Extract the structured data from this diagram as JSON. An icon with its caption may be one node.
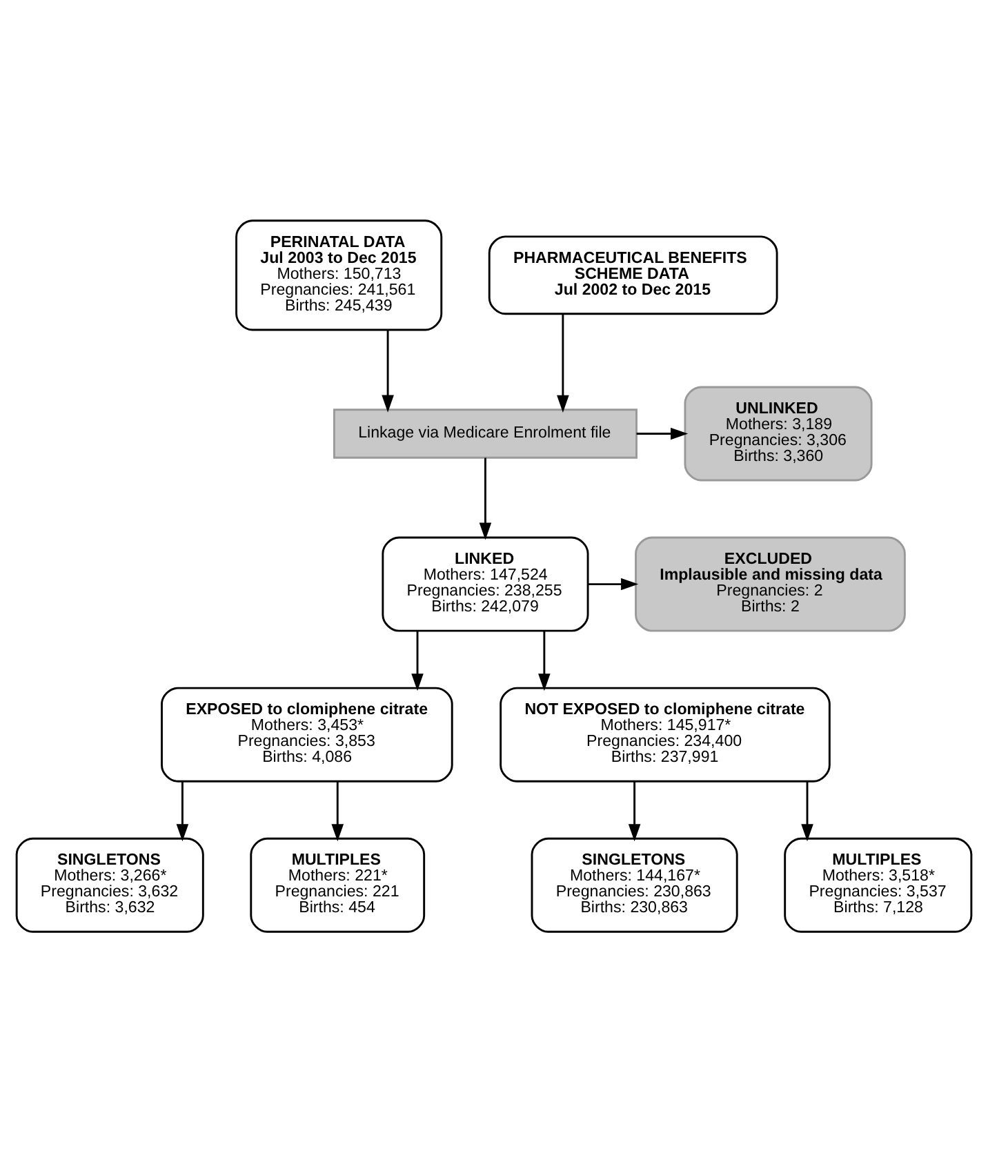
{
  "diagram": {
    "nodes": [
      {
        "text": [
          "PERINATAL DATA",
          "Jul 2003 to Dec 2015",
          "Mothers: 150,713",
          "Pregnancies: 241,561",
          "Births: 245,439"
        ]
      },
      {
        "text": [
          "PHARMACEUTICAL BENEFITS",
          "SCHEME DATA",
          "Jul 2002 to Dec 2015"
        ]
      },
      {
        "text": [
          "Linkage via Medicare Enrolment file"
        ]
      },
      {
        "text": [
          "UNLINKED",
          "Mothers: 3,189",
          "Pregnancies: 3,306",
          "Births: 3,360"
        ]
      },
      {
        "text": [
          "LINKED",
          "Mothers: 147,524",
          "Pregnancies: 238,255",
          "Births: 242,079"
        ]
      },
      {
        "text": [
          "EXCLUDED",
          "Implausible and missing data",
          "Pregnancies: 2",
          "Births: 2"
        ]
      },
      {
        "text": [
          "EXPOSED to clomiphene citrate",
          "Mothers: 3,453*",
          "Pregnancies: 3,853",
          "Births: 4,086"
        ]
      },
      {
        "text": [
          "NOT EXPOSED to clomiphene citrate",
          "Mothers: 145,917*",
          "Pregnancies: 234,400",
          "Births: 237,991"
        ]
      },
      {
        "text": [
          "SINGLETONS",
          "Mothers: 3,266*",
          "Pregnancies: 3,632",
          "Births: 3,632"
        ]
      },
      {
        "text": [
          "MULTIPLES",
          "Mothers: 221*",
          "Pregnancies: 221",
          "Births: 454"
        ]
      },
      {
        "text": [
          "SINGLETONS",
          "Mothers: 144,167*",
          "Pregnancies: 230,863",
          "Births: 230,863"
        ]
      },
      {
        "text": [
          "MULTIPLES",
          "Mothers: 3,518*",
          "Pregnancies: 3,537",
          "Births: 7,128"
        ]
      }
    ],
    "edges": [
      {
        "from": 0,
        "to": 2,
        "arrow": "to"
      },
      {
        "from": 1,
        "to": 2,
        "arrow": "to"
      },
      {
        "from": 2,
        "to": 3,
        "arrow": "to"
      },
      {
        "from": 2,
        "to": 4,
        "arrow": "to"
      },
      {
        "from": 4,
        "to": 5,
        "arrow": "to"
      },
      {
        "from": 4,
        "to": 6,
        "arrow": "to"
      },
      {
        "from": 4,
        "to": 7,
        "arrow": "to"
      },
      {
        "from": 6,
        "to": 8,
        "arrow": "to"
      },
      {
        "from": 6,
        "to": 9,
        "arrow": "to"
      },
      {
        "from": 7,
        "to": 10,
        "arrow": "to"
      },
      {
        "from": 7,
        "to": 11,
        "arrow": "to"
      }
    ]
  }
}
